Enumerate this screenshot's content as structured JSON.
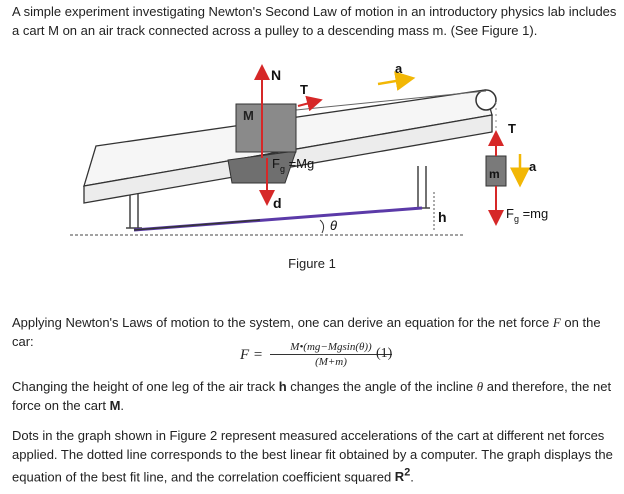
{
  "intro": {
    "text": "A simple experiment investigating Newton's Second Law of motion in an introductory physics lab includes a cart M on an air track connected across a pulley to a descending mass m. (See Figure 1)."
  },
  "figure1": {
    "caption": "Figure 1",
    "labels": {
      "normal": "N",
      "tension_cart": "T",
      "accel_cart": "a",
      "cart_mass": "M",
      "weight_cart_pre": "F",
      "weight_cart_sub": "g",
      "weight_cart_post": " =Mg",
      "leg_d": "d",
      "angle": "θ",
      "height": "h",
      "tension_hang": "T",
      "hang_mass": "m",
      "accel_hang": "a",
      "weight_hang_pre": "F",
      "weight_hang_sub": "g",
      "weight_hang_post": " =mg"
    }
  },
  "derivation": {
    "before": "Applying Newton's Laws of motion to the system, one can derive an equation for the net force ",
    "symbol": "F",
    "after": " on the car:"
  },
  "equation": {
    "lhs": "F =",
    "numerator": "M•(mg−Mgsin(θ))",
    "denominator": "(M+m)",
    "number": "(1)"
  },
  "angle_paragraph": {
    "part1": "Changing the height of one leg of the air track ",
    "h": "h",
    "part2": " changes the angle of the incline ",
    "theta": "θ",
    "part3": " and therefore, the net force on the cart ",
    "M": "M",
    "part4": "."
  },
  "graph_paragraph": {
    "part1": "Dots in the graph shown in Figure 2 represent measured accelerations of the cart at different net forces applied.  The dotted line corresponds to the best linear fit obtained by a computer.  The graph displays the equation of the best fit line, and the correlation coefficient squared ",
    "r2": "R",
    "r2_sup": "2",
    "part2": "."
  },
  "colors": {
    "force_arrow": "#d62828",
    "accel_arrow": "#f2b705",
    "track_shadow": "#5b3aa8",
    "mass_fill": "#8a8a8a"
  }
}
